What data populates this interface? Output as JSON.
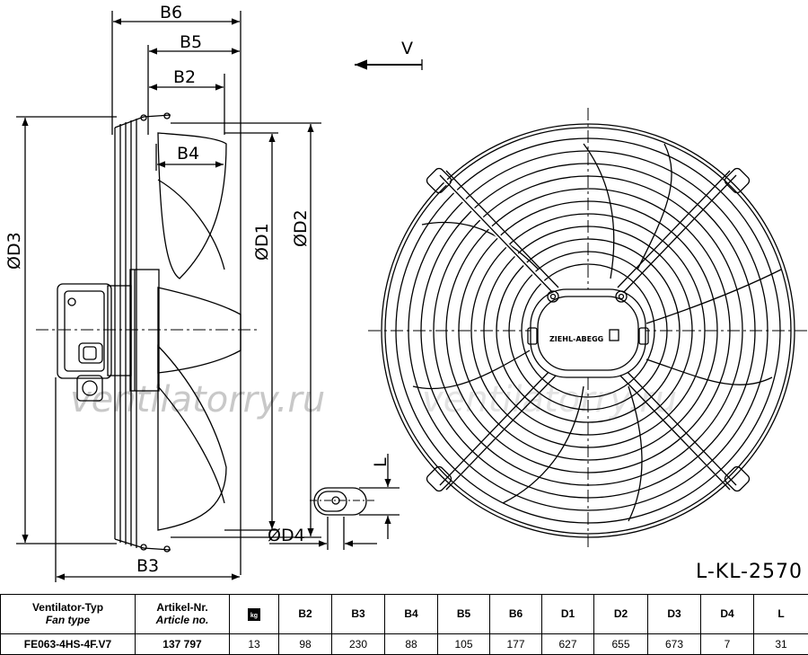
{
  "dimension_labels": {
    "b6": "B6",
    "b5": "B5",
    "b2": "B2",
    "b4": "B4",
    "b3": "B3",
    "d1": "ØD1",
    "d2": "ØD2",
    "d3": "ØD3",
    "d4": "ØD4",
    "l": "L",
    "view": "V"
  },
  "watermark": "ventilatorry.ru",
  "drawing_number": "L-KL-2570",
  "table": {
    "col_type_de": "Ventilator-Typ",
    "col_type_en": "Fan type",
    "col_article_de": "Artikel-Nr.",
    "col_article_en": "Article no.",
    "weight_icon": "kg",
    "headers": [
      "B2",
      "B3",
      "B4",
      "B5",
      "B6",
      "D1",
      "D2",
      "D3",
      "D4",
      "L"
    ],
    "row": {
      "fan_type": "FE063-4HS-4F.V7",
      "article": "137 797",
      "weight": "13",
      "values": [
        "98",
        "230",
        "88",
        "105",
        "177",
        "627",
        "655",
        "673",
        "7",
        "31"
      ]
    }
  }
}
